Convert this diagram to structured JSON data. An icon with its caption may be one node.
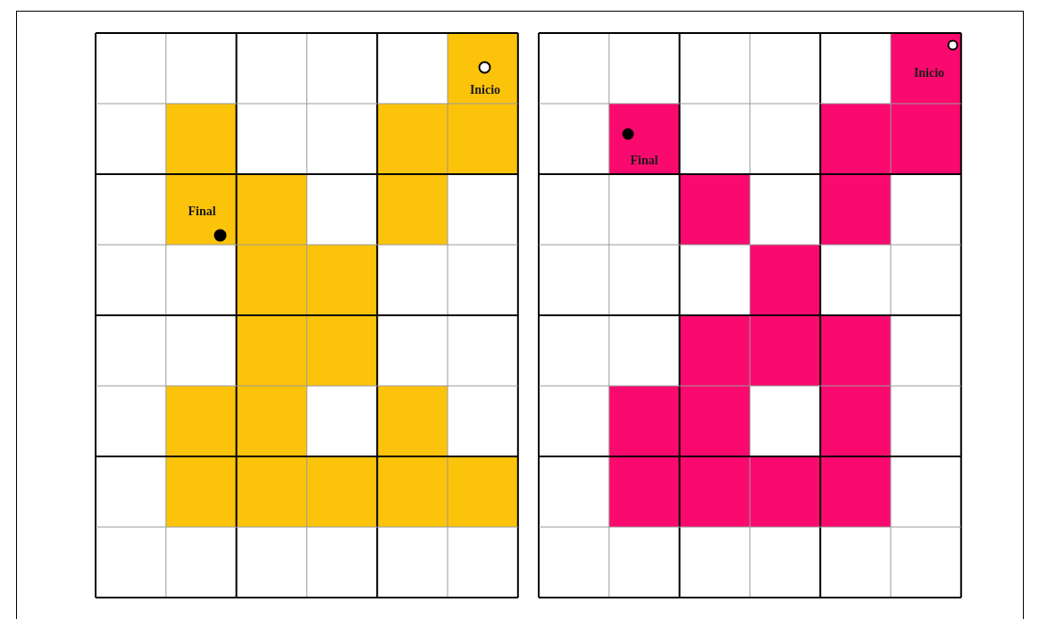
{
  "diagram": {
    "labels": [
      "Inicio",
      "Final",
      "Inicio",
      "Final"
    ]
  }
}
